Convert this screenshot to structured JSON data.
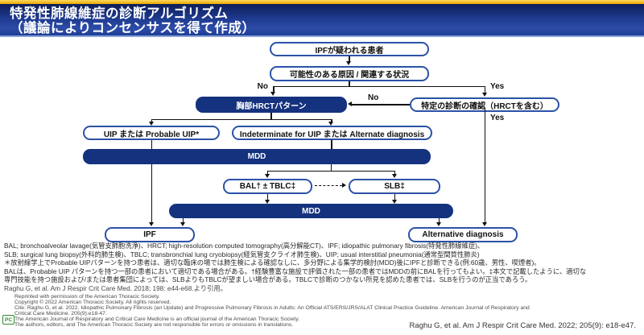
{
  "header": {
    "title_line1": "特発性肺線維症の診断アルゴリズム",
    "title_line2": "（議論によりコンセンサスを得て作成）"
  },
  "flowchart": {
    "nodes": {
      "suspect": "IPFが疑われる患者",
      "causes": "可能性のある原因 / 関連する状況",
      "hrct_pattern": "胸部HRCTパターン",
      "specific_dx": "特定の診断の確認（HRCTを含む）",
      "uip": "UIP または Probable UIP*",
      "indeterminate": "Indeterminate for UIP または Alternate diagnosis",
      "mdd1": "MDD",
      "bal": "BAL† ± TBLC‡",
      "slb": "SLB‡",
      "mdd2": "MDD",
      "ipf": "IPF",
      "alt_dx": "Alternative diagnosis"
    },
    "edge_labels": {
      "no1": "No",
      "yes1": "Yes",
      "no2": "No",
      "yes2": "Yes"
    }
  },
  "footnotes": {
    "lines": [
      "BAL; bronchoalveolar lavage(気管支肺胞洗浄)、HRCT; high-resolution computed tomography(高分解能CT)、IPF; idiopathic pulmonary fibrosis(特発性肺線維症)、",
      "SLB; surgical lung biopsy(外科的肺生検)、TBLC; transbronchial lung cryobiopsy(経気管支クライオ肺生検)、UIP; usual interstitial pneumonia(通常型間質性肺炎)",
      "＊放射線学上でProbable UIPパターンを持つ患者は、適切な臨床の場では肺生検による確認なしに、多分野による集学的検討(MDD)後にIPFと診断できる(例:60歳、男性、喫煙者)。",
      "BALは、Probable UIP パターンを持つ一部の患者において適切である場合がある。†経験豊富な施設で評価された一部の患者ではMDDの前にBALを行ってもよい。‡本文で記載したように、適切な",
      "専門技能を持つ施設および/または患者集団によっては、SLBよりもTBLCが望ましい場合がある。TBLCで診断のつかない所見を認めた患者では、SLBを行うのが正当であろう。",
      "Raghu G, et al. Am J Respir Crit Care Med. 2018; 198: e44-e68.より引用。"
    ]
  },
  "fineprint": {
    "logo": "PC",
    "lines": [
      "Reprinted with permission of the American Thoracic Society.",
      "Copyright © 2022 American Thoracic Society. All rights reserved.",
      "Cite: Raghu G, et al. 2022. Idiopathic Pulmonary Fibrosis (an Update) and Progressive Pulmonary Fibrosis in Adults: An Official ATS/ERS/JRS/ALAT Clinical Practice Guideline. American Journal of Respiratory and",
      "Critical Care Medicine. 205(9):e18-47.",
      "The American Journal of Respiratory and Critical Care Medicine is an official journal of the American Thoracic Society.",
      "The authors, editors, and The American Thoracic Society are not responsible for errors or omissions in translations."
    ]
  },
  "citation": "Raghu G, et al. Am J Respir Crit Care Med. 2022; 205(9): e18-e47.",
  "colors": {
    "gold": "#f2b705",
    "header_navy": "#1e3a8f",
    "node_navy": "#14327e",
    "node_border": "#2b52a8",
    "line": "#111111",
    "logo_green": "#2e8b2e"
  }
}
